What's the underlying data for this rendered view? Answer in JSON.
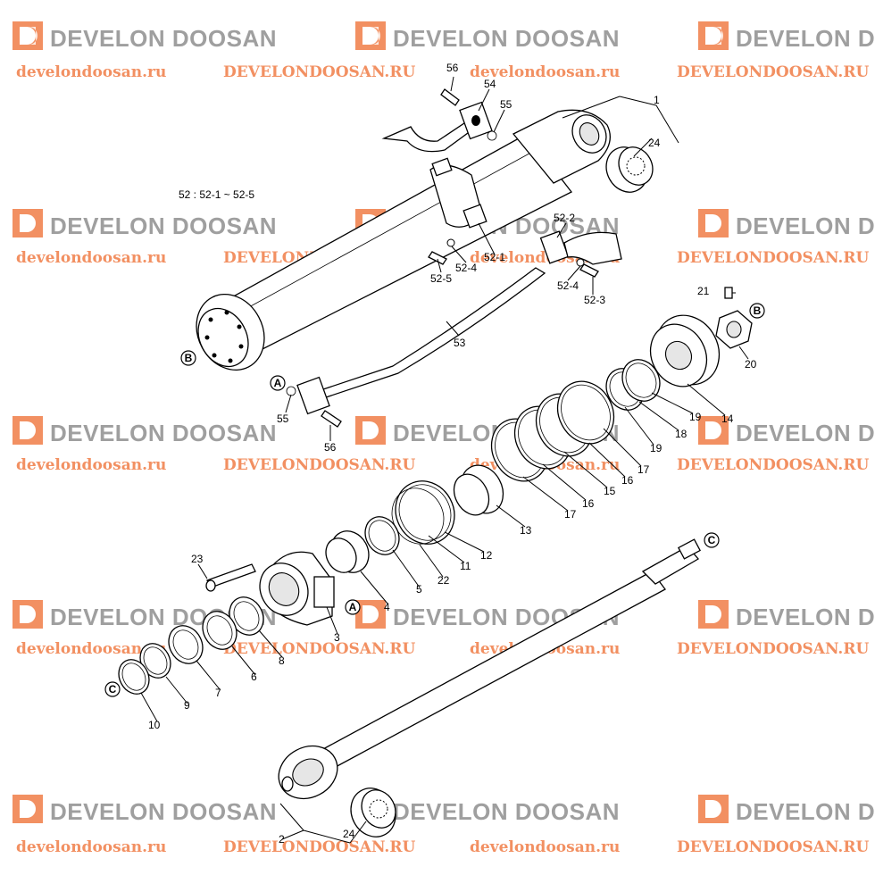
{
  "watermark": {
    "brand": "DEVELON DOOSAN",
    "url_lower": "develondoosan.ru",
    "url_upper": "DEVELONDOOSAN.RU"
  },
  "note": "52 : 52-1 ~ 52-5",
  "callouts": {
    "A": "A",
    "B": "B",
    "C": "C"
  },
  "parts": [
    {
      "id": "p1",
      "label": "1"
    },
    {
      "id": "p2",
      "label": "2"
    },
    {
      "id": "p3",
      "label": "3"
    },
    {
      "id": "p4",
      "label": "4"
    },
    {
      "id": "p5",
      "label": "5"
    },
    {
      "id": "p6",
      "label": "6"
    },
    {
      "id": "p7",
      "label": "7"
    },
    {
      "id": "p8",
      "label": "8"
    },
    {
      "id": "p9",
      "label": "9"
    },
    {
      "id": "p10",
      "label": "10"
    },
    {
      "id": "p11",
      "label": "11"
    },
    {
      "id": "p12",
      "label": "12"
    },
    {
      "id": "p13",
      "label": "13"
    },
    {
      "id": "p14",
      "label": "14"
    },
    {
      "id": "p15",
      "label": "15"
    },
    {
      "id": "p16a",
      "label": "16"
    },
    {
      "id": "p16b",
      "label": "16"
    },
    {
      "id": "p17a",
      "label": "17"
    },
    {
      "id": "p17b",
      "label": "17"
    },
    {
      "id": "p18",
      "label": "18"
    },
    {
      "id": "p19a",
      "label": "19"
    },
    {
      "id": "p19b",
      "label": "19"
    },
    {
      "id": "p20",
      "label": "20"
    },
    {
      "id": "p21",
      "label": "21"
    },
    {
      "id": "p22",
      "label": "22"
    },
    {
      "id": "p23",
      "label": "23"
    },
    {
      "id": "p24a",
      "label": "24"
    },
    {
      "id": "p24b",
      "label": "24"
    },
    {
      "id": "p52_1",
      "label": "52-1"
    },
    {
      "id": "p52_2",
      "label": "52-2"
    },
    {
      "id": "p52_3",
      "label": "52-3"
    },
    {
      "id": "p52_4a",
      "label": "52-4"
    },
    {
      "id": "p52_4b",
      "label": "52-4"
    },
    {
      "id": "p52_5",
      "label": "52-5"
    },
    {
      "id": "p53",
      "label": "53"
    },
    {
      "id": "p54",
      "label": "54"
    },
    {
      "id": "p55a",
      "label": "55"
    },
    {
      "id": "p55b",
      "label": "55"
    },
    {
      "id": "p56a",
      "label": "56"
    },
    {
      "id": "p56b",
      "label": "56"
    }
  ],
  "colors": {
    "brand_gray": "#9a9a9a",
    "logo_orange": "#f28b5a",
    "url_orange": "#f28b5a"
  }
}
